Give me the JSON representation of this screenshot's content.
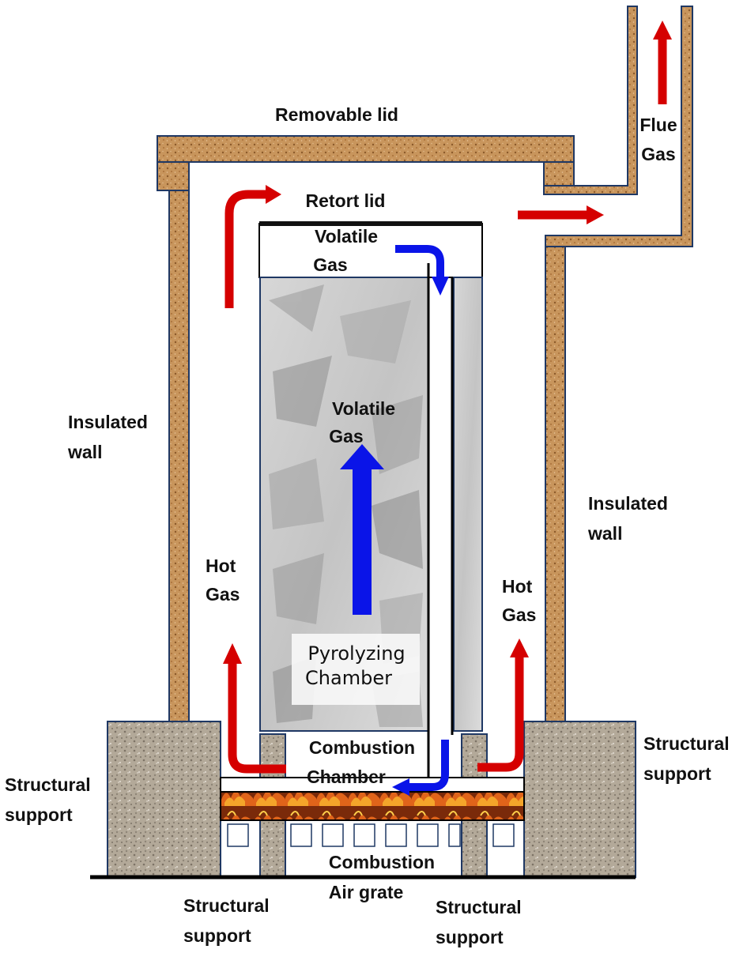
{
  "labels": {
    "removable_lid": "Removable lid",
    "flue_gas": [
      "Flue",
      "Gas"
    ],
    "retort_lid": "Retort lid",
    "volatile_gas_top": [
      "Volatile",
      "Gas"
    ],
    "volatile_gas_mid": [
      "Volatile",
      "Gas"
    ],
    "insulated_wall_left": [
      "Insulated",
      "wall"
    ],
    "insulated_wall_right": [
      "Insulated",
      "wall"
    ],
    "hot_gas_left": [
      "Hot",
      "Gas"
    ],
    "hot_gas_right": [
      "Hot",
      "Gas"
    ],
    "pyrolyzing_chamber": [
      "Pyrolyzing",
      "Chamber"
    ],
    "combustion_chamber": [
      "Combustion",
      "Chamber"
    ],
    "structural_support_left": [
      "Structural",
      "support"
    ],
    "structural_support_right": [
      "Structural",
      "support"
    ],
    "structural_support_bottom_left": [
      "Structural",
      "support"
    ],
    "structural_support_bottom_right": [
      "Structural",
      "support"
    ],
    "combustion_air_grate": [
      "Combustion",
      "Air grate"
    ]
  },
  "colors": {
    "hot_gas_arrow": "#d50000",
    "volatile_gas_arrow": "#0a14e8",
    "insulation": "#c8955c",
    "stone": "#b3a999",
    "fire": "#e0641a",
    "outline": "#1f3864"
  },
  "icons": {
    "hot_gas": "red-flow-arrow",
    "volatile_gas": "blue-flow-arrow"
  }
}
